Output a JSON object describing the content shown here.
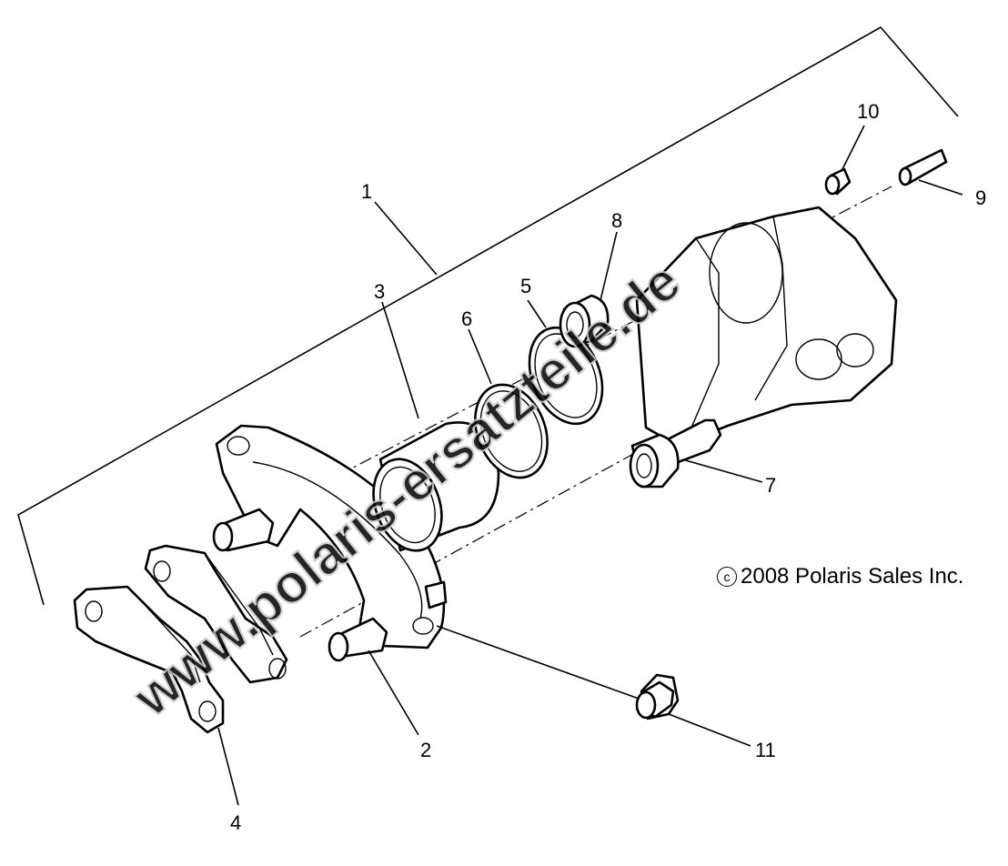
{
  "callouts": [
    {
      "id": "1",
      "label": "1"
    },
    {
      "id": "2",
      "label": "2"
    },
    {
      "id": "3",
      "label": "3"
    },
    {
      "id": "4",
      "label": "4"
    },
    {
      "id": "5",
      "label": "5"
    },
    {
      "id": "6",
      "label": "6"
    },
    {
      "id": "7",
      "label": "7"
    },
    {
      "id": "8",
      "label": "8"
    },
    {
      "id": "9",
      "label": "9"
    },
    {
      "id": "10",
      "label": "10"
    },
    {
      "id": "11",
      "label": "11"
    }
  ],
  "copyright": {
    "symbol": "c",
    "text": "2008 Polaris Sales Inc."
  },
  "watermark": "www.polaris-ersatzteile.de"
}
